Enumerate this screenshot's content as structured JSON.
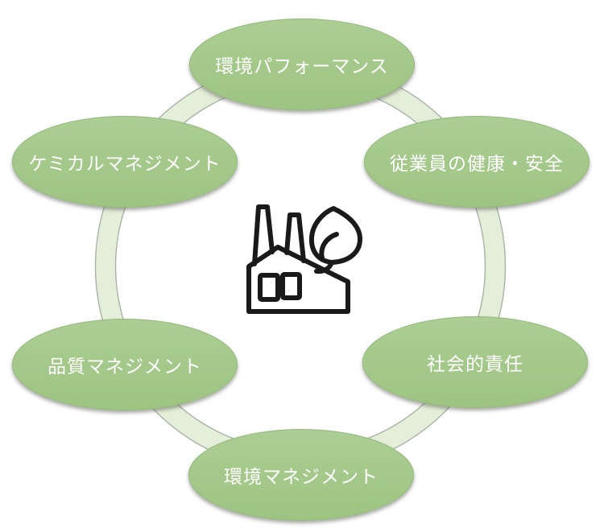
{
  "diagram": {
    "type": "circular-cycle",
    "background_color": "#ffffff",
    "ring": {
      "fill_color": "#e4efda",
      "edge_color": "#a9b2a6"
    },
    "node_style": {
      "fill_color": "#a5c98b",
      "border_color": "#93b77a",
      "text_color": "#ffffff"
    },
    "center_icon": {
      "name": "eco-factory-icon",
      "description": "factory with two chimneys and a leaf",
      "stroke_color": "#1a1a1a"
    },
    "nodes": [
      {
        "id": "environmental-performance",
        "position": "top",
        "label": "環境パフォーマンス"
      },
      {
        "id": "chemical-management",
        "position": "top-left",
        "label": "ケミカルマネジメント"
      },
      {
        "id": "employee-health-safety",
        "position": "top-right",
        "label": "従業員の健康・安全"
      },
      {
        "id": "quality-management",
        "position": "bottom-left",
        "label": "品質マネジメント"
      },
      {
        "id": "social-responsibility",
        "position": "bottom-right",
        "label": "社会的責任"
      },
      {
        "id": "environmental-management",
        "position": "bottom",
        "label": "環境マネジメント"
      }
    ]
  }
}
